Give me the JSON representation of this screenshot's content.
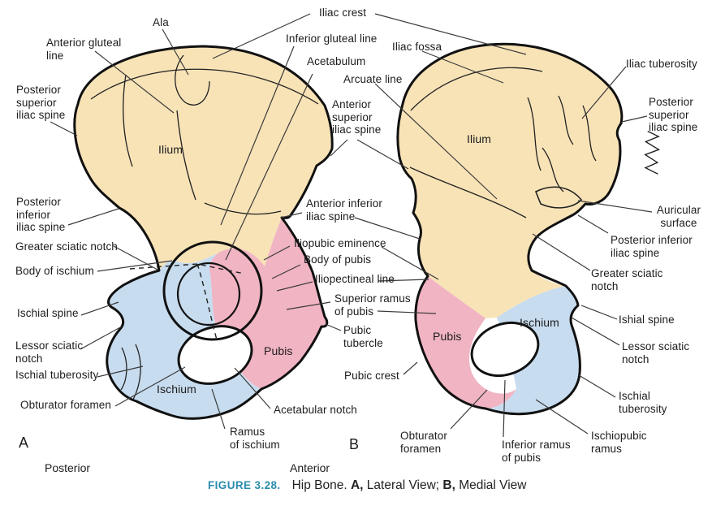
{
  "palette": {
    "ilium_tan": "#f8e3b7",
    "ischium_blue": "#c7dcee",
    "pubis_pink": "#f1b4c3",
    "caption_accent": "#2b8cad",
    "outline_black": "#111111"
  },
  "caption": {
    "figure_label": "FIGURE 3.28.",
    "parts": [
      "Hip Bone. ",
      "A,",
      " Lateral View; ",
      "B,",
      " Medial View"
    ]
  },
  "views": {
    "a_letter": "A",
    "b_letter": "B",
    "orientation_posterior": "Posterior",
    "orientation_anterior": "Anterior"
  },
  "labels": {
    "iliac_crest": "Iliac crest",
    "ala": "Ala",
    "anterior_gluteal_line": "Anterior gluteal\nline",
    "posterior_superior_iliac_spine_a": "Posterior\nsuperior\niliac spine",
    "posterior_inferior_iliac_spine_a": "Posterior\ninferior\niliac spine",
    "greater_sciatic_notch_a": "Greater sciatic notch",
    "body_of_ischium": "Body of ischium",
    "ischial_spine_a": "Ischial spine",
    "lessor_sciatic_notch_a": "Lessor sciatic\nnotch",
    "ischial_tuberosity_a": "Ischial tuberosity",
    "obturator_foramen_a": "Obturator foramen",
    "ilium_a": "Ilium",
    "ischium_a": "Ischium",
    "pubis_a": "Pubis",
    "inferior_gluteal_line": "Inferior gluteal line",
    "acetabulum": "Acetabulum",
    "arcuate_line": "Arcuate line",
    "anterior_superior_iliac_spine": "Anterior\nsuperior\niliac spine",
    "anterior_inferior_iliac_spine": "Anterior inferior\niliac spine",
    "iliopubic_eminence": "Iliopubic eminence",
    "body_of_pubis": "Body of pubis",
    "iliopectineal_line": "Iliopectineal line",
    "superior_ramus_of_pubis": "Superior ramus\nof pubis",
    "pubic_tubercle": "Pubic\ntubercle",
    "pubic_crest": "Pubic crest",
    "acetabular_notch": "Acetabular notch",
    "ramus_of_ischium": "Ramus\nof ischium",
    "obturator_foramen_b": "Obturator\nforamen",
    "inferior_ramus_of_pubis": "Inferior ramus\nof pubis",
    "iliac_fossa": "Iliac fossa",
    "ilium_b": "Ilium",
    "iliac_tuberosity": "Iliac tuberosity",
    "posterior_superior_iliac_spine_b": "Posterior\nsuperior\niliac spine",
    "auricular_surface": "Auricular\nsurface",
    "posterior_inferior_iliac_spine_b": "Posterior inferior\niliac spine",
    "greater_sciatic_notch_b": "Greater sciatic\nnotch",
    "ishial_spine_b": "Ishial spine",
    "lessor_sciatic_notch_b": "Lessor sciatic\nnotch",
    "ischial_tuberosity_b": "Ischial\ntuberosity",
    "ischiopubic_ramus": "Ischiopubic\nramus",
    "pubis_b": "Pubis",
    "ischium_b": "Ischium"
  }
}
